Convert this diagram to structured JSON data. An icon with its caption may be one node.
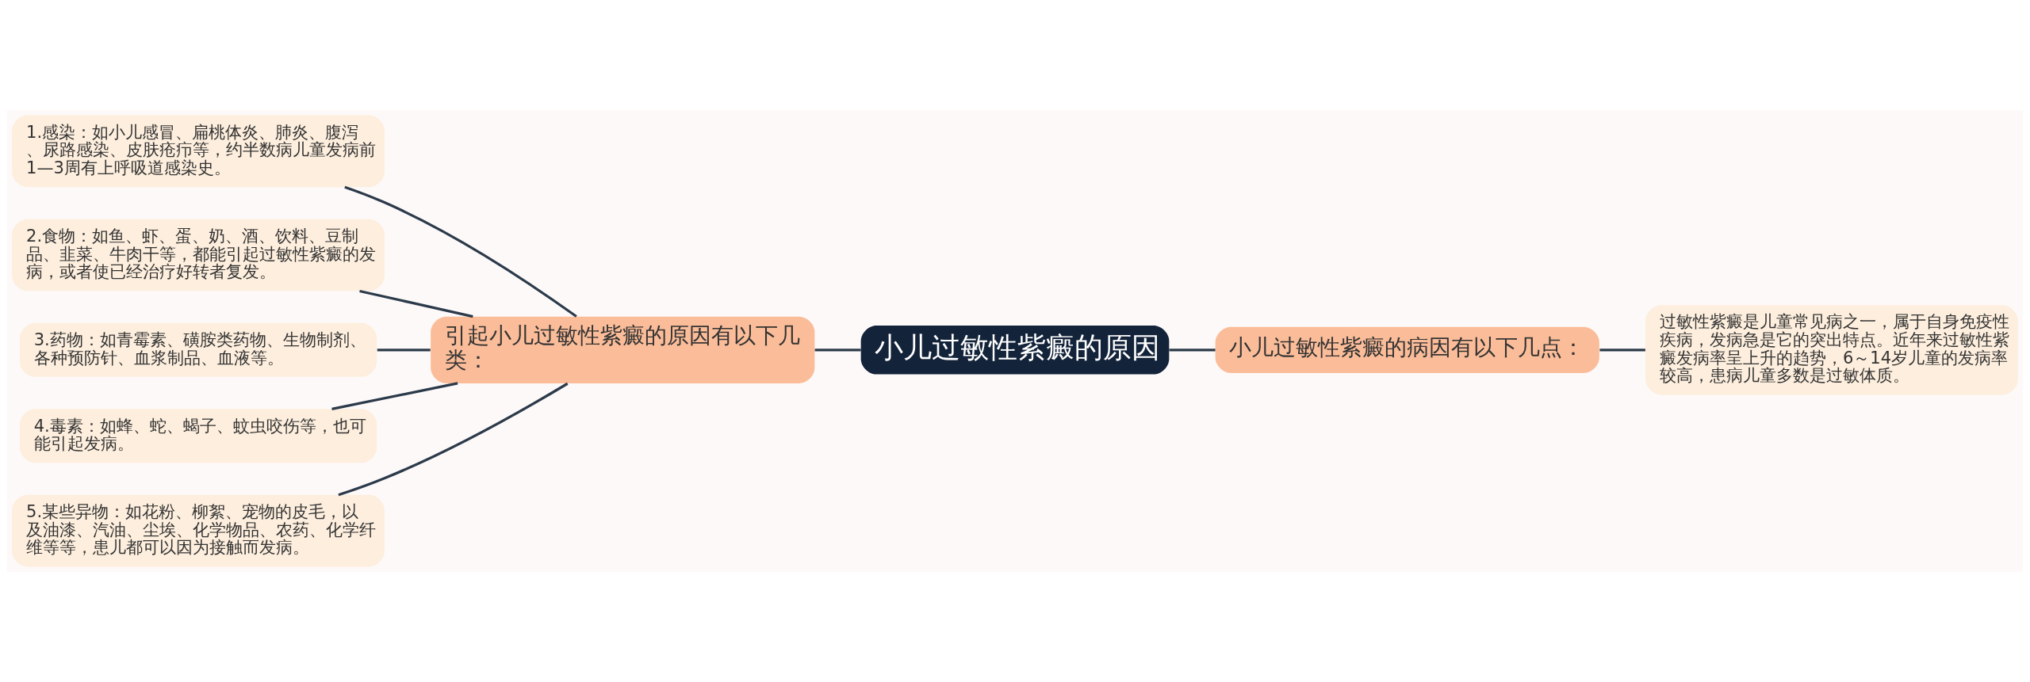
{
  "diagram": {
    "nodes": [
      {
        "text": [
          "小儿过敏性紫癜的原因"
        ]
      },
      {
        "text": [
          "引起小儿过敏性紫癜的原因有以下几类："
        ]
      },
      {
        "text": [
          "1.感染：如小儿感冒、扁桃体炎、肺炎、腹泻、尿路感染、皮肤疮疖等，约半数病儿童发病前1—3周有上呼吸道感染史。"
        ]
      },
      {
        "text": [
          "2.食物：如鱼、虾、蛋、奶、酒、饮料、豆制品、韭菜、牛肉干等，都能引起过敏性紫癜的发病，或者使已经治疗好转者复发。"
        ]
      },
      {
        "text": [
          "3.药物：如青霉素、磺胺类药物、生物制剂、各种预防针、血浆制品、血液等。"
        ]
      },
      {
        "text": [
          "4.毒素：如蜂、蛇、蝎子、蚊虫咬伤等，也可能引起发病。"
        ]
      },
      {
        "text": [
          "5.某些异物：如花粉、柳絮、宠物的皮毛，以及油漆、汽油、尘埃、化学物品、农药、化学纤维等等，患儿都可以因为接触而发病。"
        ]
      },
      {
        "text": [
          "小儿过敏性紫癜的病因有以下几点："
        ]
      },
      {
        "text": [
          "过敏性紫癜是儿童常见病之一，属于自身免疫性疾病，发病急是它的突出特点。近年来过敏性紫癜发病率呈上升的趋势，6～14岁儿童的发病率较高，患病儿童多数是过敏体质。"
        ]
      }
    ],
    "edges": [
      {
        "from": 0,
        "to": 1,
        "arrow": "none"
      },
      {
        "from": 1,
        "to": 2,
        "arrow": "none"
      },
      {
        "from": 1,
        "to": 3,
        "arrow": "none"
      },
      {
        "from": 1,
        "to": 4,
        "arrow": "none"
      },
      {
        "from": 1,
        "to": 5,
        "arrow": "none"
      },
      {
        "from": 1,
        "to": 6,
        "arrow": "none"
      },
      {
        "from": 0,
        "to": 7,
        "arrow": "none"
      },
      {
        "from": 7,
        "to": 8,
        "arrow": "none"
      }
    ]
  }
}
